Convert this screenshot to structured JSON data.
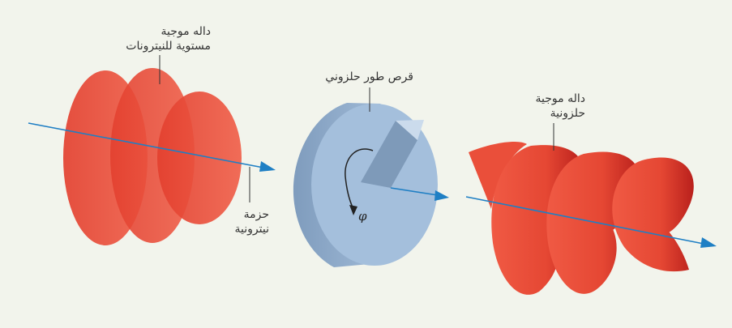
{
  "labels": {
    "plane_wave_line1": "داله موجية",
    "plane_wave_line2": "مستوية للنيترونات",
    "neutron_beam_line1": "حزمة",
    "neutron_beam_line2": "نيترونية",
    "spiral_plate": "قرص طور حلزوني",
    "helical_wave_line1": "داله موجية",
    "helical_wave_line2": "حلزونية",
    "phase_symbol": "φ"
  },
  "colors": {
    "background": "#f2f4ec",
    "wave_red": "#e94d3a",
    "wave_red_dark": "#c92a22",
    "disk_blue": "#a4bfdc",
    "disk_blue_side": "#8ea9c9",
    "beam_blue": "#1f7fc4"
  }
}
